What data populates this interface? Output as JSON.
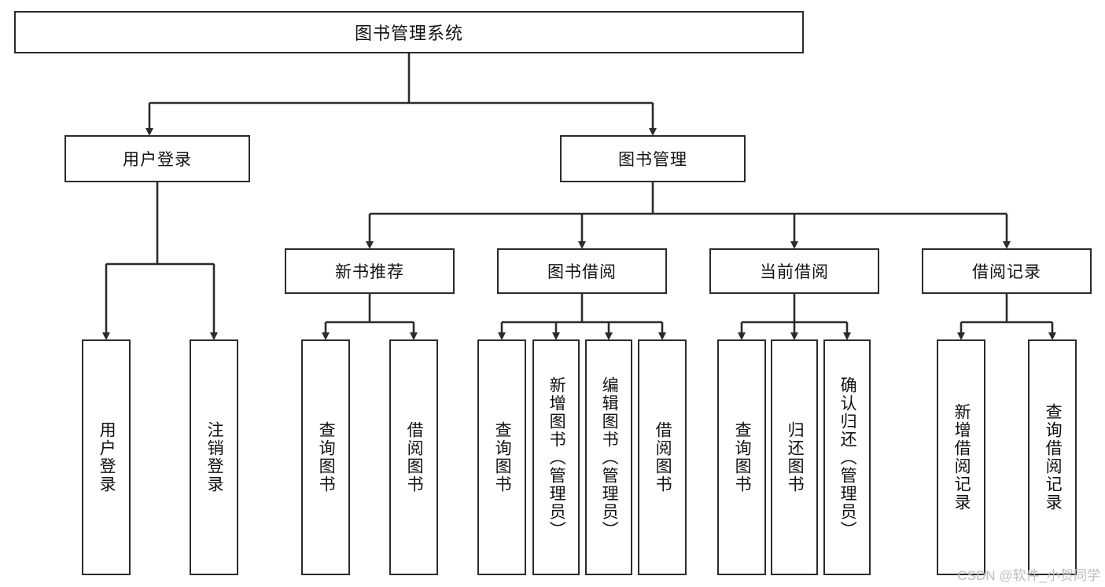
{
  "diagram": {
    "title": "图书管理系统",
    "type": "tree-hierarchy-diagram",
    "root": {
      "id": "root",
      "label": "图书管理系统"
    },
    "level2": [
      {
        "id": "user-login",
        "label": "用户登录"
      },
      {
        "id": "book-manage",
        "label": "图书管理"
      }
    ],
    "level3": [
      {
        "id": "new-book-rec",
        "label": "新书推荐"
      },
      {
        "id": "book-borrow",
        "label": "图书借阅"
      },
      {
        "id": "current-borrow",
        "label": "当前借阅"
      },
      {
        "id": "borrow-record",
        "label": "借阅记录"
      }
    ],
    "leaves": {
      "user_login": [
        {
          "id": "leaf-user-login",
          "label": "用户登录"
        },
        {
          "id": "leaf-logout-login",
          "label": "注销登录"
        }
      ],
      "new_book_rec": [
        {
          "id": "leaf-query-book-1",
          "label": "查询图书"
        },
        {
          "id": "leaf-borrow-book-1",
          "label": "借阅图书"
        }
      ],
      "book_borrow": [
        {
          "id": "leaf-query-book-2",
          "label": "查询图书"
        },
        {
          "id": "leaf-add-book",
          "label": "新增图书（管理员）"
        },
        {
          "id": "leaf-edit-book",
          "label": "编辑图书（管理员）"
        },
        {
          "id": "leaf-borrow-book-2",
          "label": "借阅图书"
        }
      ],
      "current_borrow": [
        {
          "id": "leaf-query-book-3",
          "label": "查询图书"
        },
        {
          "id": "leaf-return-book",
          "label": "归还图书"
        },
        {
          "id": "leaf-confirm-return",
          "label": "确认归还（管理员）"
        }
      ],
      "borrow_record": [
        {
          "id": "leaf-add-record",
          "label": "新增借阅记录"
        },
        {
          "id": "leaf-query-record",
          "label": "查询借阅记录"
        }
      ]
    },
    "colors": {
      "stroke": "#2b2b2b",
      "fill": "#ffffff",
      "text": "#111111",
      "watermark": "#bdbdbd"
    }
  },
  "watermark": {
    "text": "CSDN @软件_小贺同学"
  }
}
